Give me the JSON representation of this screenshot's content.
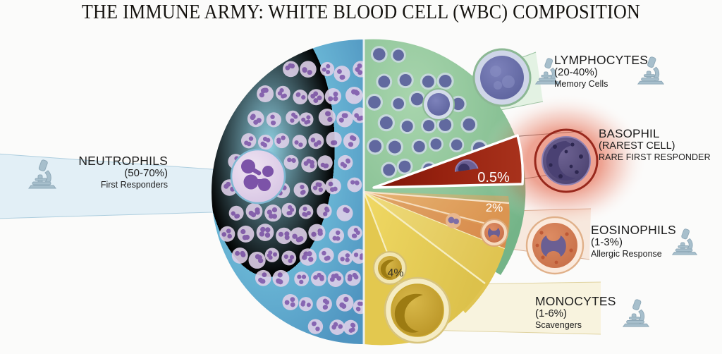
{
  "title": "THE IMMUNE ARMY: WHITE BLOOD CELL (WBC) COMPOSITION",
  "chart_data": {
    "type": "pie",
    "title": "THE IMMUNE ARMY: WHITE BLOOD CELL (WBC) COMPOSITION",
    "categories": [
      "Neutrophils",
      "Lymphocytes",
      "Basophil",
      "Eosinophils",
      "Monocytes"
    ],
    "values": [
      50,
      33.5,
      0.5,
      2,
      4
    ],
    "value_labels": [
      "",
      "",
      "0.5%",
      "2%",
      "4%"
    ],
    "legend_position": "around-chart",
    "grid": false,
    "colors": [
      "#6aaed0",
      "#8fc49a",
      "#9e1f13",
      "#e09a58",
      "#e8cf5e"
    ],
    "slices": [
      {
        "name": "Neutrophils",
        "percent": 50,
        "range": "50-70%",
        "role": "First Responders",
        "color": "#6aaed0"
      },
      {
        "name": "Lymphocytes",
        "percent": 33.5,
        "range": "20-40%",
        "role": "Memory Cells",
        "color": "#8fc49a"
      },
      {
        "name": "Basophil",
        "percent": 0.5,
        "range": "RAREST CELL",
        "role": "RARE FIRST RESPONDER",
        "color": "#9e1f13"
      },
      {
        "name": "Eosinophils",
        "percent": 2,
        "range": "1-3%",
        "role": "Allergic Response",
        "color": "#e09a58"
      },
      {
        "name": "Monocytes",
        "percent": 4,
        "range": "1-6%",
        "role": "Scavengers",
        "color": "#e8cf5e"
      }
    ]
  },
  "labels": {
    "neutrophils": {
      "name": "NEUTROPHILS",
      "range": "(50-70%)",
      "role": "First Responders"
    },
    "lymphocytes": {
      "name": "LYMPHOCYTES",
      "range": "(20-40%)",
      "role": "Memory Cells"
    },
    "basophil": {
      "name": "BASOPHIL",
      "range": "(RAREST CELL)",
      "role": "RARE FIRST RESPONDER"
    },
    "eosinophils": {
      "name": "EOSINOPHILS",
      "range": "(1-3%)",
      "role": "Allergic Response"
    },
    "monocytes": {
      "name": "MONOCYTES",
      "range": "(1-6%)",
      "role": "Scavengers"
    }
  },
  "slice_values": {
    "basophil": "0.5%",
    "eosinophils": "2%",
    "monocytes": "4%"
  },
  "icons": {
    "microscope": "microscope-icon"
  },
  "palette": {
    "neutrophil_blue": "#6aaed0",
    "lymphocyte_green": "#8fc49a",
    "basophil_red": "#9e1f13",
    "eosinophil_orange": "#e09a58",
    "monocyte_yellow": "#e8cf5e",
    "background": "#fbfbfa",
    "title_color": "#15130f"
  }
}
